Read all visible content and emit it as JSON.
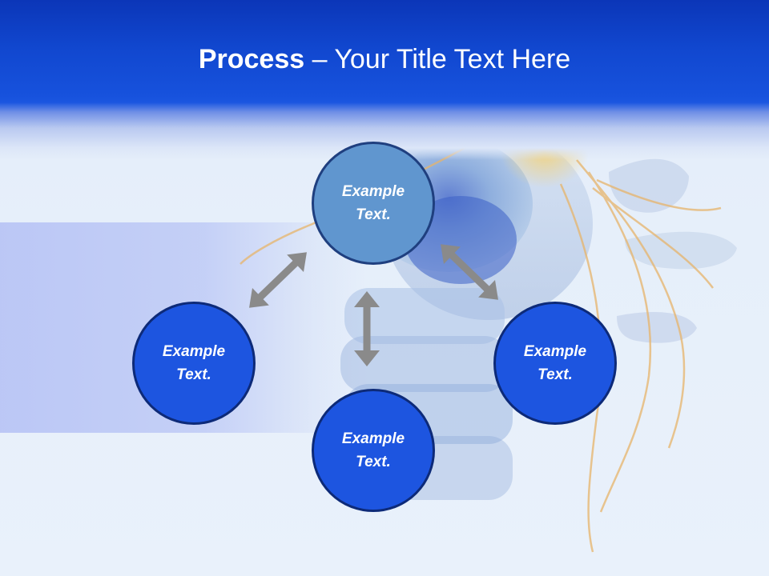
{
  "slide": {
    "title_strong": "Process",
    "title_rest": " – Your Title Text Here"
  },
  "diagram": {
    "nodes": [
      {
        "id": "top",
        "label": "Example Text."
      },
      {
        "id": "left",
        "label": "Example Text."
      },
      {
        "id": "right",
        "label": "Example Text."
      },
      {
        "id": "bottom",
        "label": "Example Text."
      }
    ],
    "arrow_color": "#808080",
    "node_color_top": "#6096cf",
    "node_color_others": "#1d55e0"
  },
  "colors": {
    "header": "#1147cf",
    "background": "#e6effa",
    "side_band": "#bcc8f5"
  }
}
